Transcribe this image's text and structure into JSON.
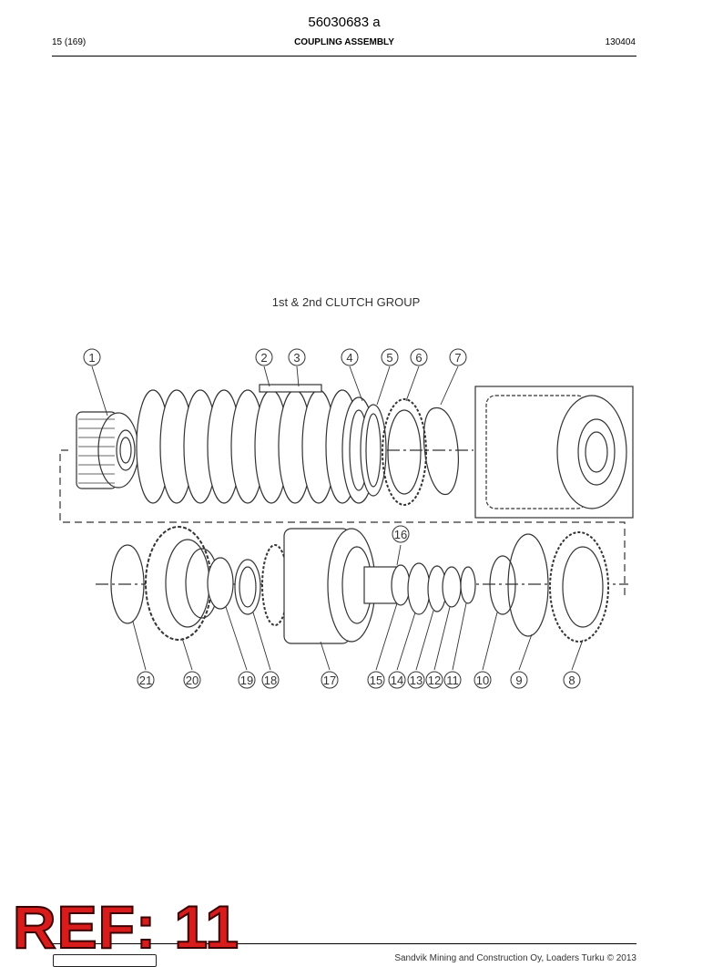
{
  "header": {
    "doc_number": "56030683 a",
    "page": "15 (169)",
    "title": "COUPLING ASSEMBLY",
    "date_code": "130404"
  },
  "diagram": {
    "title": "1st & 2nd CLUTCH GROUP",
    "callouts": [
      "1",
      "2",
      "3",
      "4",
      "5",
      "6",
      "7",
      "8",
      "9",
      "10",
      "11",
      "12",
      "13",
      "14",
      "15",
      "16",
      "17",
      "18",
      "19",
      "20",
      "21"
    ]
  },
  "stamp": {
    "text": "REF: 11",
    "color": "#d81b1b"
  },
  "footer": {
    "copyright": "Sandvik Mining and Construction Oy, Loaders Turku © 2013"
  }
}
